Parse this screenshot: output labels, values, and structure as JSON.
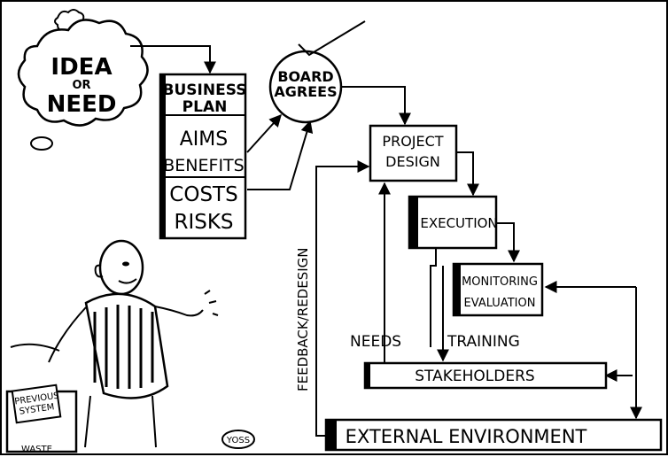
{
  "cloud": {
    "line1": "IDEA",
    "line2": "OR",
    "line3": "NEED"
  },
  "business_plan": {
    "title_line1": "BUSINESS",
    "title_line2": "PLAN",
    "aims": "AIMS",
    "benefits": "BENEFITS",
    "costs": "COSTS",
    "risks": "RISKS"
  },
  "board": {
    "line1": "BOARD",
    "line2": "AGREES"
  },
  "project_design": {
    "line1": "PROJECT",
    "line2": "DESIGN"
  },
  "execution": {
    "label": "EXECUTION"
  },
  "monitoring": {
    "line1": "MONITORING",
    "line2": "EVALUATION"
  },
  "labels": {
    "feedback": "FEEDBACK/REDESIGN",
    "needs": "NEEDS",
    "training": "TRAINING"
  },
  "stakeholders": {
    "label": "STAKEHOLDERS"
  },
  "external": {
    "label": "EXTERNAL ENVIRONMENT"
  },
  "bin": {
    "sign_line1": "PREVIOUS",
    "sign_line2": "SYSTEM",
    "waste": "WASTE"
  },
  "signature": "YOSS"
}
